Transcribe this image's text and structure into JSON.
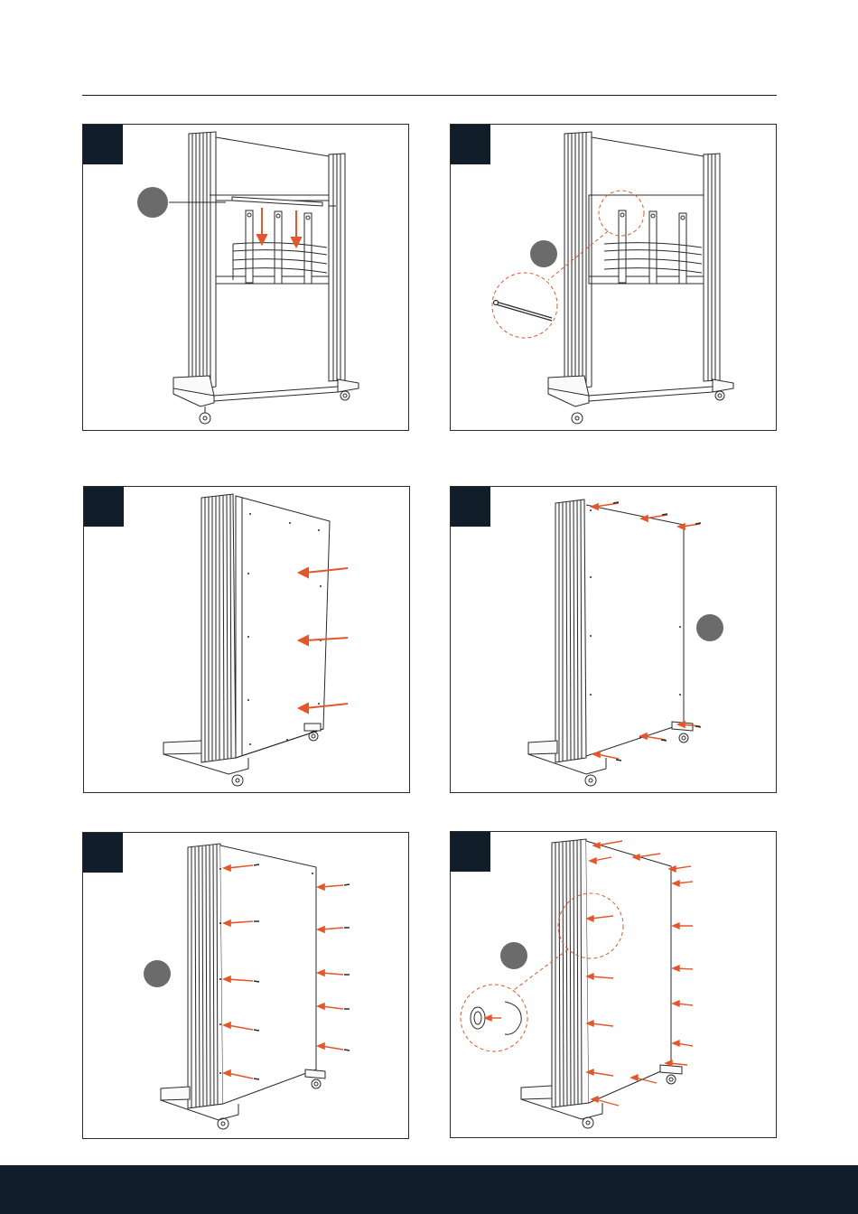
{
  "colors": {
    "step_tab": "#111d29",
    "arrow": "#e2572b",
    "callout_circle": "#6b6b6b",
    "line": "#2a2a2a",
    "footer": "#111d29"
  },
  "panels": [
    {
      "id": 1,
      "content": "shelf-lowered-into-frame"
    },
    {
      "id": 2,
      "content": "pin-inserted-detail"
    },
    {
      "id": 3,
      "content": "side-panel-attached"
    },
    {
      "id": 4,
      "content": "top-and-bottom-screws"
    },
    {
      "id": 5,
      "content": "side-screws"
    },
    {
      "id": 6,
      "content": "all-screws-with-cap-detail"
    }
  ]
}
